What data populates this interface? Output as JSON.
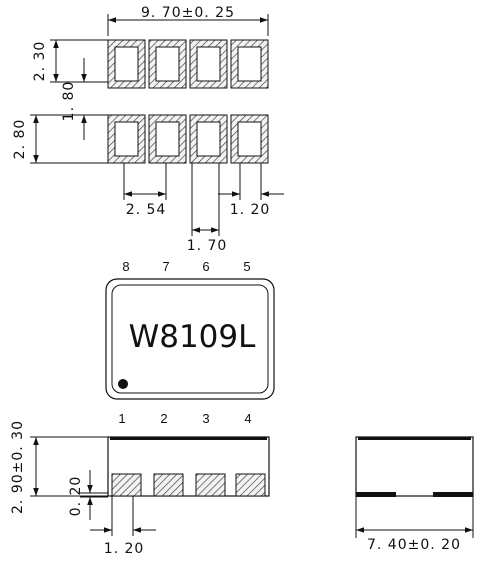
{
  "top_view": {
    "dims": {
      "overall_width": "9. 70±0. 25",
      "pad_length": "2. 30",
      "pad_spacing": "1. 80",
      "body_height": "2. 80",
      "pitch": "2. 54",
      "gap": "1. 70",
      "pad_width": "1. 20"
    }
  },
  "package": {
    "part_number": "W8109L",
    "pins_top": [
      "8",
      "7",
      "6",
      "5"
    ],
    "pins_bottom": [
      "1",
      "2",
      "3",
      "4"
    ]
  },
  "side_view": {
    "dims": {
      "height": "2. 90±0. 30",
      "standoff": "0. 20",
      "pad_width": "1. 20"
    }
  },
  "end_view": {
    "dims": {
      "width": "7. 40±0. 20"
    }
  },
  "colors": {
    "line": "#111111",
    "pad_hatch": "#111111",
    "background": "#ffffff"
  }
}
